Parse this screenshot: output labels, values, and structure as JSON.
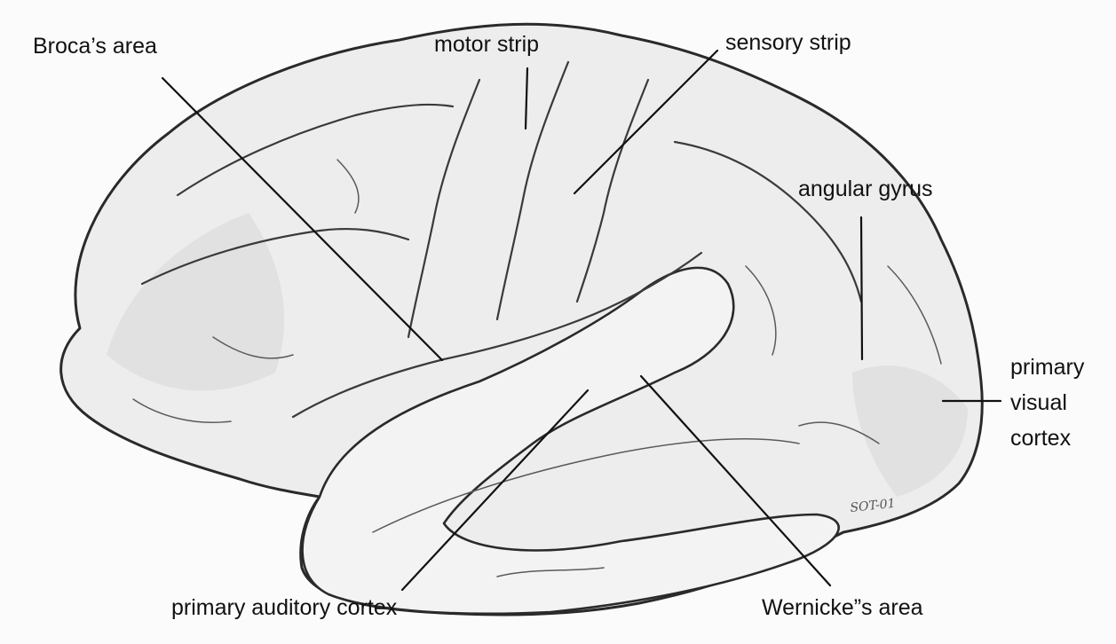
{
  "labels": {
    "broca": "Broca’s area",
    "motor": "motor strip",
    "sensory": "sensory strip",
    "angular": "angular gyrus",
    "visual_line1": "primary",
    "visual_line2": "visual",
    "visual_line3": "cortex",
    "auditory": "primary auditory cortex",
    "wernicke": "Wernicke”s area"
  },
  "signature": "SOT-01"
}
